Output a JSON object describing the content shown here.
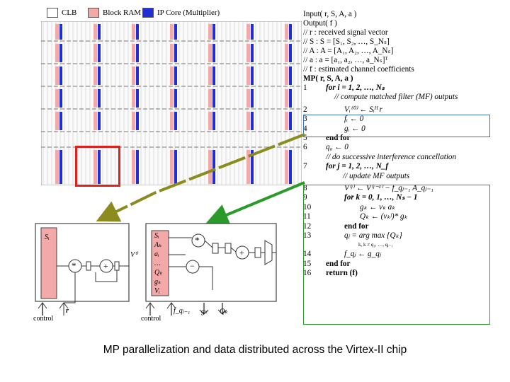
{
  "legend": [
    {
      "label": "CLB",
      "color": "#ffffff"
    },
    {
      "label": "Block RAM",
      "color": "#f4a9a9"
    },
    {
      "label": "IP Core (Multiplier)",
      "color": "#1f2fd6"
    }
  ],
  "algorithm": {
    "header": [
      "Input( r, S, A, a )",
      "Output( f )",
      "// r : received signal vector",
      "// S : S = [S₁, S₂, …, S_Nₛ]",
      "// A : A = [A₁, A₂, …, A_Nₛ]",
      "// a : a = [a₁, a₂, …, a_Nₛ]ᵀ",
      "// f : estimated channel coefficients",
      "MP( r, S, A, a )"
    ],
    "lines": [
      {
        "num": "1",
        "text": "for i = 1, 2, …, Nₛ"
      },
      {
        "num": "",
        "text": "// compute matched filter (MF) outputs"
      },
      {
        "num": "2",
        "text": "Vᵢ⁽⁰⁾ ← Sᵢᴴ r"
      },
      {
        "num": "3",
        "text": "fᵢ ← 0"
      },
      {
        "num": "4",
        "text": "gᵢ ← 0"
      },
      {
        "num": "5",
        "text": "end for"
      },
      {
        "num": "6",
        "text": "q₀ ← 0"
      },
      {
        "num": "",
        "text": "// do successive interference cancellation"
      },
      {
        "num": "7",
        "text": "for j = 1, 2, …, N_f"
      },
      {
        "num": "",
        "text": "// update MF outputs"
      },
      {
        "num": "8",
        "text": "V⁽ʲ⁾ ← V⁽ʲ⁻¹⁾ − f_qⱼ₋₁ A_qⱼ₋₁"
      },
      {
        "num": "9",
        "text": "for k = 0, 1, …, Nₛ − 1"
      },
      {
        "num": "10",
        "text": "gₖ ← vₖ aₖ"
      },
      {
        "num": "11",
        "text": "Qₖ ← (vₖʲ)* gₖ"
      },
      {
        "num": "12",
        "text": "end for"
      },
      {
        "num": "13",
        "text": "qⱼ = arg max {Qₖ}"
      },
      {
        "num": "",
        "text": "k, k ≠ q₁, …, qⱼ₋₁"
      },
      {
        "num": "14",
        "text": "f_qⱼ ← g_qⱼ"
      },
      {
        "num": "15",
        "text": "end for"
      },
      {
        "num": "16",
        "text": "return (f)"
      }
    ]
  },
  "hw_left": {
    "mem_label": "Sᵢ",
    "multiplier": "*",
    "adder": "+",
    "output": "V⁰",
    "in_control": "control",
    "in_r": "r"
  },
  "hw_right": {
    "regs": [
      "Sᵢ",
      "Aₖ",
      "aᵢ",
      "…",
      "Qₖ",
      "gₖ",
      "Vᵢ"
    ],
    "multiplier": "*",
    "subtract": "−",
    "adder": "+",
    "in_control": "control",
    "in_f": "f_qⱼ₋₁",
    "out_g": "gₖ",
    "out_q": "Qₖ"
  },
  "caption": "MP parallelization and data distributed across the Virtex-II chip",
  "colors": {
    "olive_arrow": "#8b8b1e",
    "green_arrow": "#2a9a2a",
    "highlight_red": "#e0201b",
    "blue_box": "#3b6fb6"
  }
}
